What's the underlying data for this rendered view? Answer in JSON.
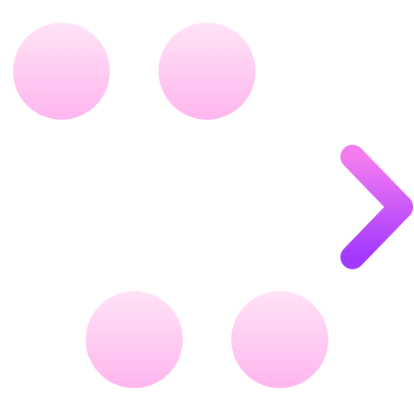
{
  "icon": {
    "name": "timeline-icon",
    "colors": {
      "stroke_top": "#f47cf0",
      "stroke_bottom": "#a338ff",
      "circle_top": "#ffe3f6",
      "circle_bottom": "#ffb6ee"
    },
    "parts": {
      "main_line": "timeline-axis",
      "arrowhead": "arrowhead",
      "top_nodes": 2,
      "bottom_nodes": 2
    }
  }
}
